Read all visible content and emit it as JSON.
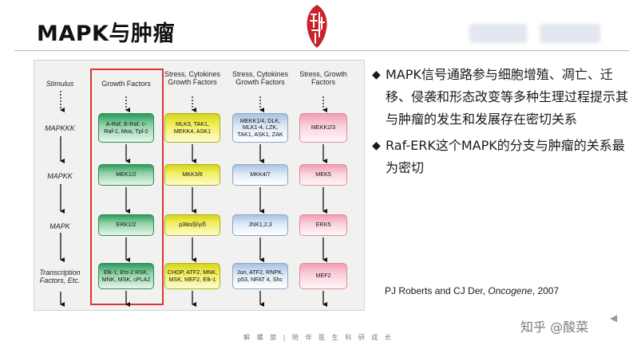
{
  "title": "MAPK与肿瘤",
  "colors": {
    "growth": "#2d9b5e",
    "stress_yellow": "#f2ef5e",
    "stress_blue": "#dfeaf7",
    "stress_pink": "#f9d3dd",
    "frame_red": "#d83636"
  },
  "diagram": {
    "stage_labels": [
      "Stimulus",
      "MAPKKK",
      "MAPKK",
      "MAPK",
      "Transcription Factors, Etc."
    ],
    "columns": [
      {
        "header": "Growth Factors",
        "nodes": [
          "A-Raf, B-Raf, c-Raf-1, Mos, Tpl-2",
          "MEK1/2",
          "ERK1/2",
          "Elk-1, Ets-2 RSK, MNK, MSK, cPLA2"
        ]
      },
      {
        "header": "Stress, Cytokines Growth Factors",
        "nodes": [
          "MLK3, TAK1, MEKK4, ASK1",
          "MKK3/6",
          "p38α/β/γ/δ",
          "CHOP, ATF2, MNK, MSK, MEF2, Elk-1"
        ]
      },
      {
        "header": "Stress, Cytokines Growth Factors",
        "nodes": [
          "MEKK1/4, DLK, MLK1-4, LZK, TAK1, ASK1, ZAK",
          "MKK4/7",
          "JNK1,2,3",
          "Jun, ATF2, RNPK, p53, NFAT 4, Shc"
        ]
      },
      {
        "header": "Stress, Growth Factors",
        "nodes": [
          "MEKK2/3",
          "MEK5",
          "ERK5",
          "MEF2"
        ]
      }
    ]
  },
  "bullets": [
    "MAPK信号通路参与细胞增殖、凋亡、迁移、侵袭和形态改变等多种生理过程提示其与肿瘤的发生和发展存在密切关系",
    "Raf-ERK这个MAPK的分支与肿瘤的关系最为密切"
  ],
  "citation": {
    "authors": "PJ Roberts and CJ Der, ",
    "journal": "Oncogene",
    "year": ", 2007"
  },
  "footer": "解 螺 旋   |   陪 伴 医 生 科 研 成 长",
  "watermark": "知乎 @酸菜"
}
